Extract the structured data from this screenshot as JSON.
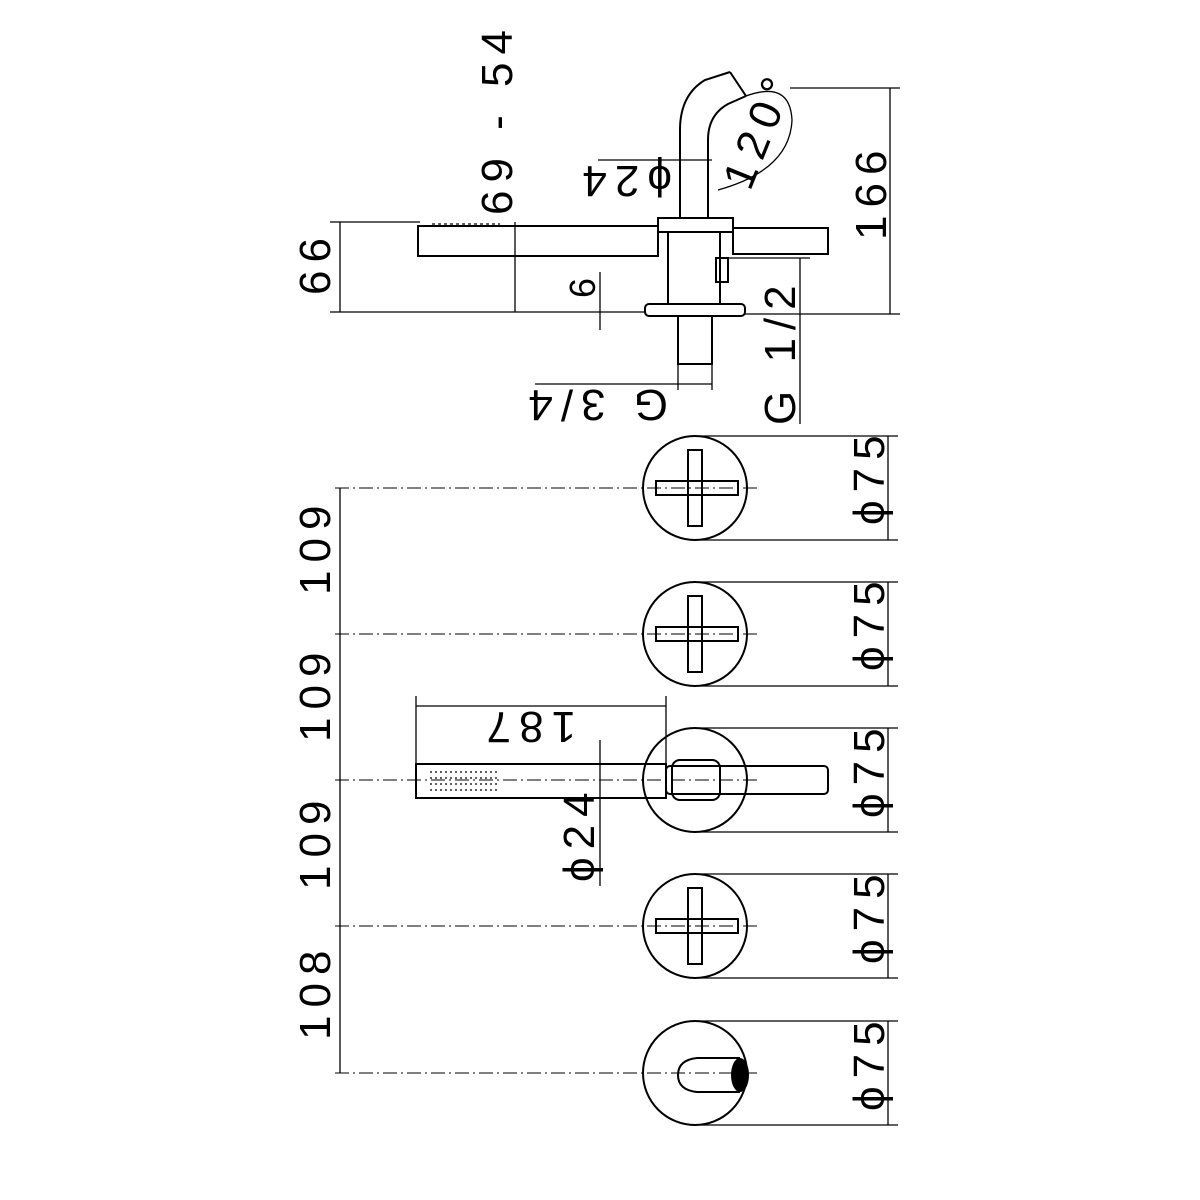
{
  "drawing": {
    "dimensions": {
      "height_total": "166",
      "handshower_height": "66",
      "spout_range": "69 - 54",
      "plate_thickness": "6",
      "spout_pipe_dia": "ϕ24",
      "swivel_angle": "120°",
      "inlet_thread_main": "G 3/4",
      "inlet_thread_side": "G 1/2",
      "spacing_1": "109",
      "spacing_2": "109",
      "spacing_3": "109",
      "spacing_4": "108",
      "rosette_dia_1": "ϕ75",
      "rosette_dia_2": "ϕ75",
      "rosette_dia_3": "ϕ75",
      "rosette_dia_4": "ϕ75",
      "rosette_dia_5": "ϕ75",
      "handshower_length": "187",
      "handshower_dia": "ϕ24"
    }
  }
}
